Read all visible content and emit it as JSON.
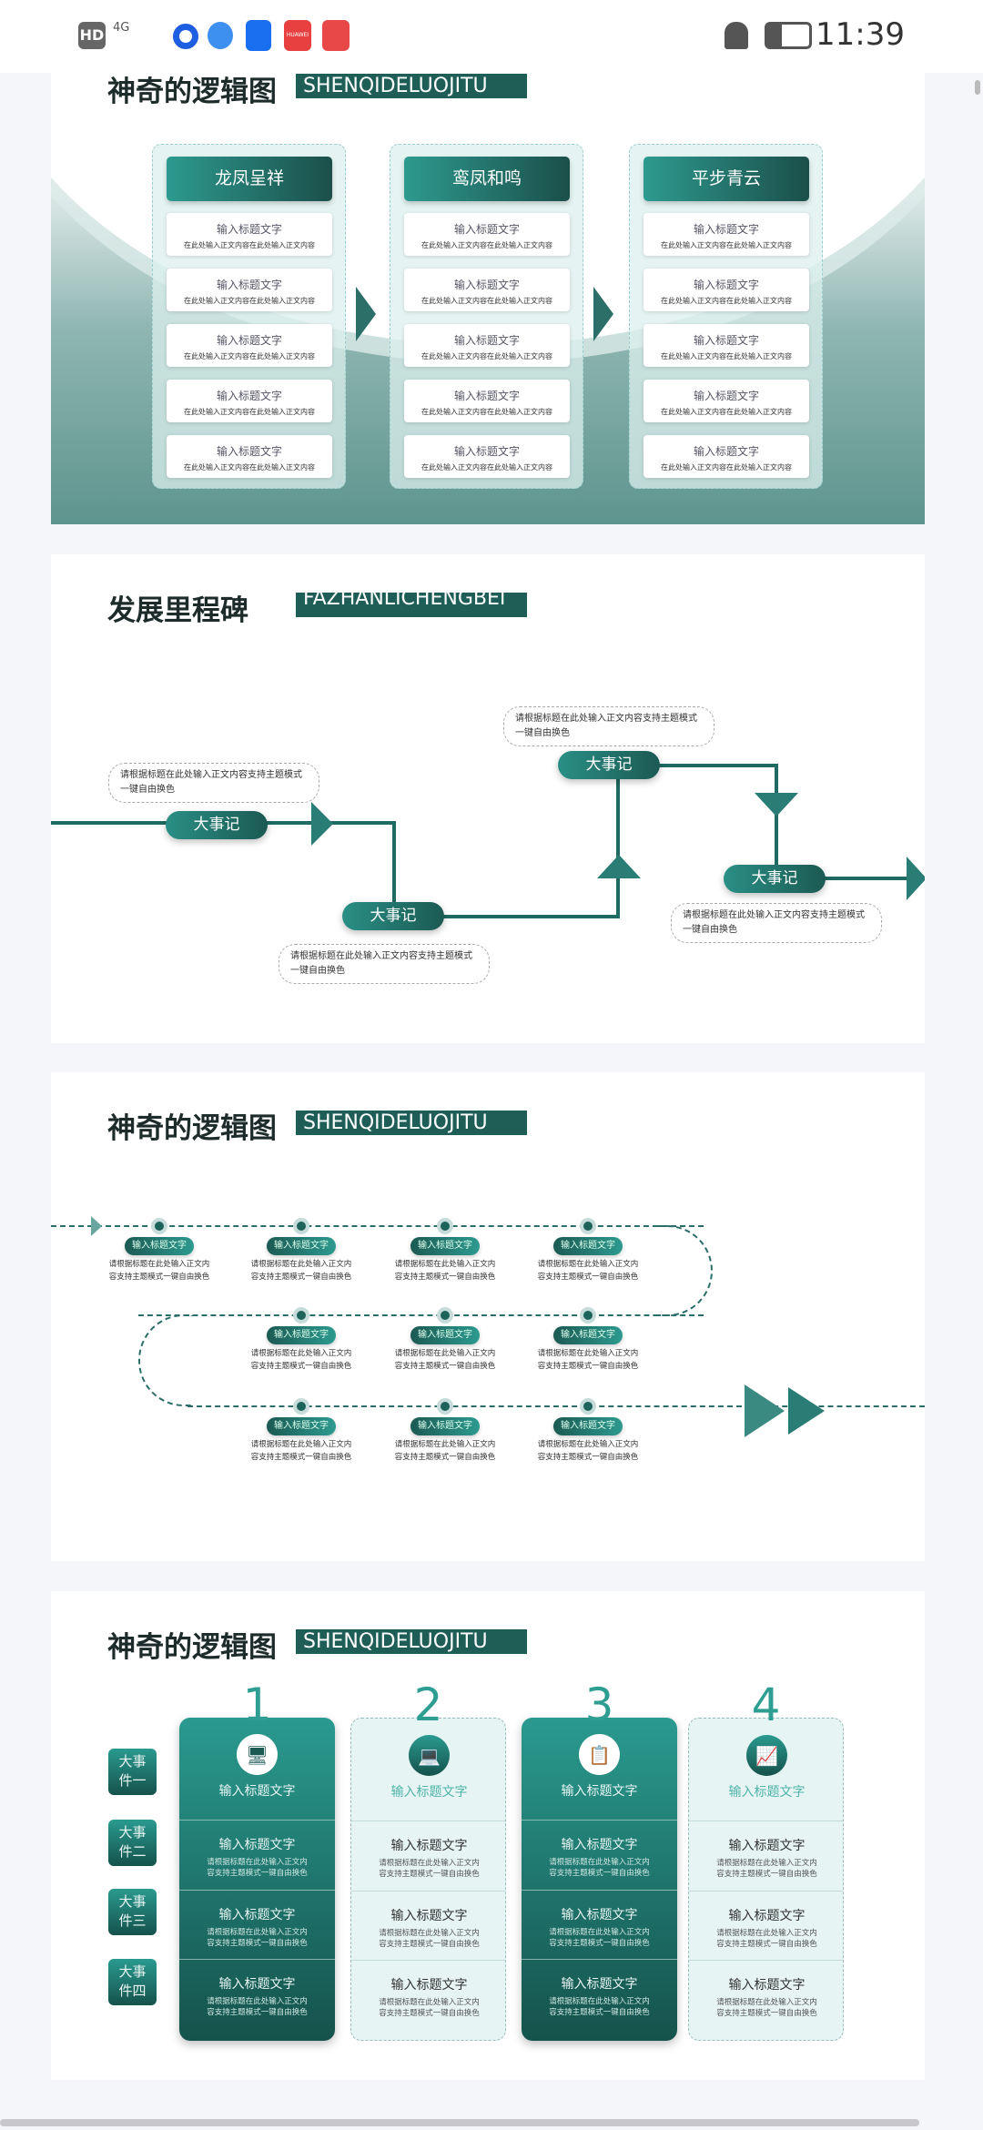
{
  "status_bar": {
    "time": "11:39",
    "left_icons": [
      "hd-icon",
      "signal-4g-icon",
      "app-icon",
      "browser-icon",
      "flash-icon",
      "huawei-store-icon",
      "books-icon"
    ],
    "right_icons": [
      "bell-off-icon",
      "battery-icon"
    ],
    "badge_hd": "HD",
    "network": "4G",
    "huawei": "HUAWEI"
  },
  "colors": {
    "primary": "#1f5e57",
    "accent": "#2d9a8f",
    "light": "#e6f4f3"
  },
  "slide1": {
    "title": "神奇的逻辑图",
    "tag": "SHENQIDELUOJITU",
    "columns": [
      {
        "header": "龙凤呈祥",
        "items": [
          {
            "t": "输入标题文字",
            "d": "在此处输入正文内容在此处输入正文内容"
          },
          {
            "t": "输入标题文字",
            "d": "在此处输入正文内容在此处输入正文内容"
          },
          {
            "t": "输入标题文字",
            "d": "在此处输入正文内容在此处输入正文内容"
          },
          {
            "t": "输入标题文字",
            "d": "在此处输入正文内容在此处输入正文内容"
          },
          {
            "t": "输入标题文字",
            "d": "在此处输入正文内容在此处输入正文内容"
          }
        ]
      },
      {
        "header": "鸾凤和鸣",
        "items": [
          {
            "t": "输入标题文字",
            "d": "在此处输入正文内容在此处输入正文内容"
          },
          {
            "t": "输入标题文字",
            "d": "在此处输入正文内容在此处输入正文内容"
          },
          {
            "t": "输入标题文字",
            "d": "在此处输入正文内容在此处输入正文内容"
          },
          {
            "t": "输入标题文字",
            "d": "在此处输入正文内容在此处输入正文内容"
          },
          {
            "t": "输入标题文字",
            "d": "在此处输入正文内容在此处输入正文内容"
          }
        ]
      },
      {
        "header": "平步青云",
        "items": [
          {
            "t": "输入标题文字",
            "d": "在此处输入正文内容在此处输入正文内容"
          },
          {
            "t": "输入标题文字",
            "d": "在此处输入正文内容在此处输入正文内容"
          },
          {
            "t": "输入标题文字",
            "d": "在此处输入正文内容在此处输入正文内容"
          },
          {
            "t": "输入标题文字",
            "d": "在此处输入正文内容在此处输入正文内容"
          },
          {
            "t": "输入标题文字",
            "d": "在此处输入正文内容在此处输入正文内容"
          }
        ]
      }
    ]
  },
  "slide2": {
    "title": "发展里程碑",
    "tag": "FAZHANLICHENGBEI",
    "milestones": [
      {
        "label": "大事记",
        "text": "请根据标题在此处输入正文内容支持主题模式一键自由换色"
      },
      {
        "label": "大事记",
        "text": "请根据标题在此处输入正文内容支持主题模式一键自由换色"
      },
      {
        "label": "大事记",
        "text": "请根据标题在此处输入正文内容支持主题模式一键自由换色"
      },
      {
        "label": "大事记",
        "text": "请根据标题在此处输入正文内容支持主题模式一键自由换色"
      }
    ]
  },
  "slide3": {
    "title": "神奇的逻辑图",
    "tag": "SHENQIDELUOJITU",
    "node_title": "输入标题文字",
    "node_text": [
      "请根据标题在此处输入正文内",
      "容支持主题模式一键自由换色"
    ],
    "rows": [
      4,
      3,
      3
    ]
  },
  "slide4": {
    "title": "神奇的逻辑图",
    "tag": "SHENQIDELUOJITU",
    "row_labels": [
      "大事件一",
      "大事件二",
      "大事件三",
      "大事件四"
    ],
    "columns": [
      {
        "number": "1",
        "style": "dark",
        "icon": "computer-icon",
        "header": "输入标题文字"
      },
      {
        "number": "2",
        "style": "light",
        "icon": "laptop-icon",
        "header": "输入标题文字"
      },
      {
        "number": "3",
        "style": "dark",
        "icon": "clipboard-icon",
        "header": "输入标题文字"
      },
      {
        "number": "4",
        "style": "light",
        "icon": "chart-growth-icon",
        "header": "输入标题文字"
      }
    ],
    "cell_title": "输入标题文字",
    "cell_text": [
      "请根据标题在此处输入正文内",
      "容支持主题模式一键自由换色"
    ]
  }
}
